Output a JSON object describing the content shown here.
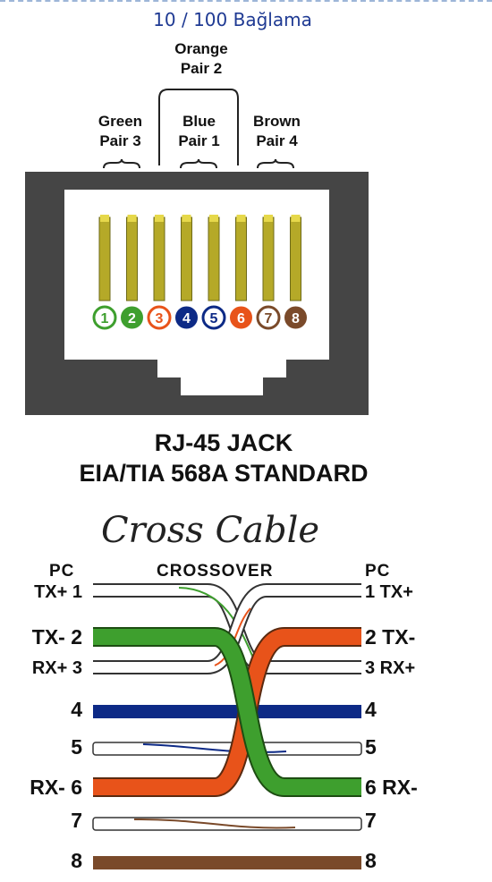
{
  "title": "10 / 100 Bağlama",
  "pairs": [
    {
      "name": "Orange",
      "pair": "Pair 2"
    },
    {
      "name": "Green",
      "pair": "Pair 3"
    },
    {
      "name": "Blue",
      "pair": "Pair 1"
    },
    {
      "name": "Brown",
      "pair": "Pair 4"
    }
  ],
  "jack": {
    "caption_line1": "RJ-45 JACK",
    "caption_line2": "EIA/TIA 568A STANDARD",
    "pins": [
      {
        "num": "1",
        "color": "white-green"
      },
      {
        "num": "2",
        "color": "green"
      },
      {
        "num": "3",
        "color": "white-orange"
      },
      {
        "num": "4",
        "color": "blue"
      },
      {
        "num": "5",
        "color": "white-blue"
      },
      {
        "num": "6",
        "color": "orange"
      },
      {
        "num": "7",
        "color": "white-brown"
      },
      {
        "num": "8",
        "color": "brown"
      }
    ]
  },
  "cross": {
    "title": "Cross Cable",
    "left_header": "PC",
    "center_header": "CROSSOVER",
    "right_header": "PC",
    "left_labels": [
      "TX+ 1",
      "TX- 2",
      "RX+ 3",
      "4",
      "5",
      "RX- 6",
      "7",
      "8"
    ],
    "right_labels": [
      "1 TX+",
      "2 TX-",
      "3 RX+",
      "4",
      "5",
      "6 RX-",
      "7",
      "8"
    ]
  },
  "colors": {
    "heading": "#1f3a93",
    "green": "#3e9f2e",
    "orange": "#e8531a",
    "blue": "#0d2a86",
    "brown": "#7a4a2a",
    "pin_gold": "#b5a928",
    "jack_frame": "#454545"
  }
}
